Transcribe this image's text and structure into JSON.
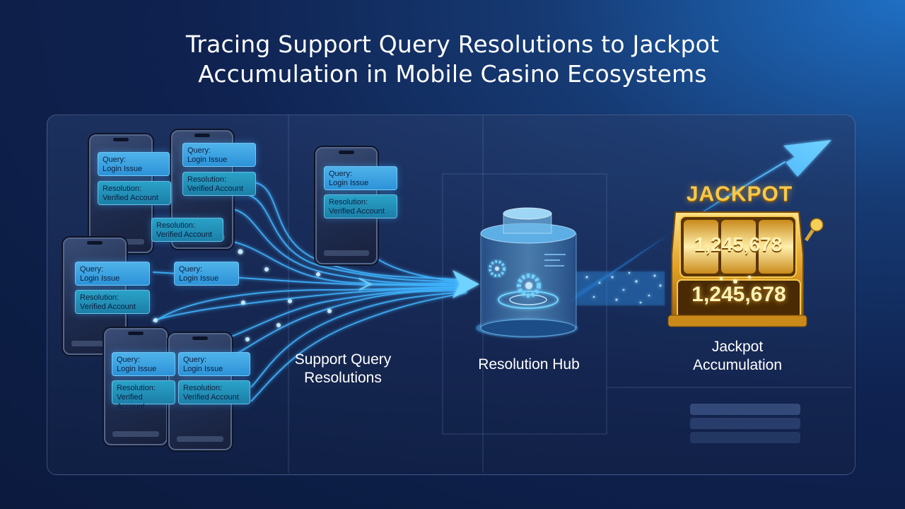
{
  "title": {
    "line1": "Tracing Support Query Resolutions to Jackpot",
    "line2": "Accumulation in Mobile Casino Ecosystems"
  },
  "bubbles": {
    "query_header": "Query:",
    "query_text": "Login Issue",
    "resolution_header": "Resolution:",
    "resolution_text": "Verified Account"
  },
  "stages": {
    "support": {
      "line1": "Support Query",
      "line2": "Resolutions"
    },
    "hub": "Resolution Hub",
    "jackpot": {
      "line1": "Jackpot",
      "line2": "Accumulation"
    }
  },
  "jackpot": {
    "title": "JACKPOT",
    "amount_top": "1,245,678",
    "amount_bottom": "1,245,678"
  },
  "colors": {
    "flow": "#3fb4ff",
    "gold": "#f4c13f",
    "background": "#0f2250"
  }
}
